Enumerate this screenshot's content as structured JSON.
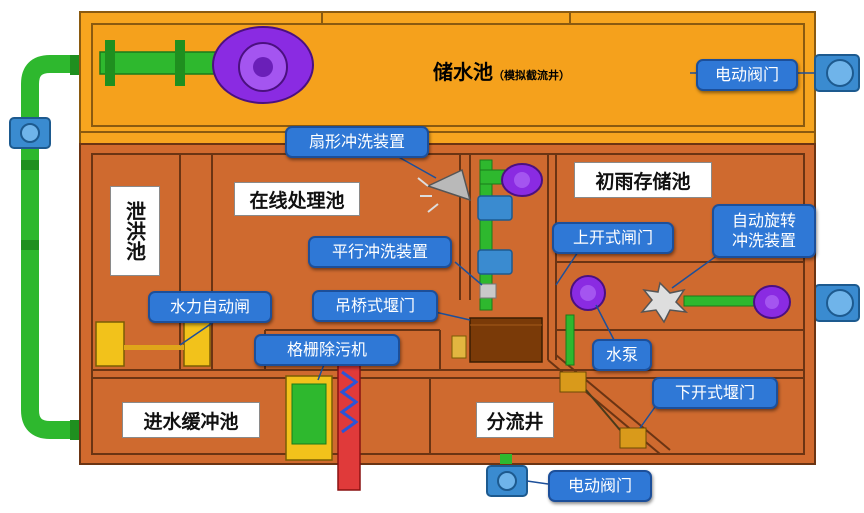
{
  "diagram": {
    "tanks": {
      "storage_main": "储水池",
      "storage_sub": "（模拟截流井）",
      "flood_vertical": "泄洪池",
      "online_treatment": "在线处理池",
      "first_rain": "初雨存储池",
      "inlet_buffer": "进水缓冲池",
      "diversion_well": "分流井"
    },
    "callouts": {
      "valve_top": "电动阀门",
      "fan_flush": "扇形冲洗装置",
      "parallel_flush": "平行冲洗装置",
      "upper_gate": "上开式闸门",
      "auto_rotate_line1": "自动旋转",
      "auto_rotate_line2": "冲洗装置",
      "hydraulic_gate": "水力自动闸",
      "crane_weir": "吊桥式堰门",
      "pump": "水泵",
      "grille_cleaner": "格栅除污机",
      "lower_weir": "下开式堰门",
      "valve_bottom": "电动阀门"
    },
    "colors": {
      "storage_orange": "#f7a51f",
      "tank_brown": "#d16a2e",
      "pipe_green": "#2eb82e",
      "pump_purple": "#8a2be2",
      "callout_blue": "#2f78d6"
    }
  }
}
